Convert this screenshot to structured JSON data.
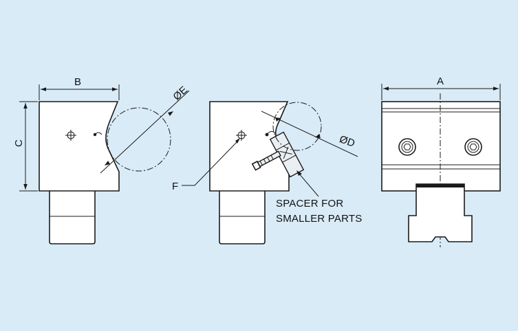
{
  "labels": {
    "dim_b": "B",
    "dim_c": "C",
    "dim_e": "ØE",
    "dim_f": "F",
    "dim_d": "ØD",
    "dim_a": "A",
    "spacer_line1": "SPACER FOR",
    "spacer_line2": "SMALLER PARTS"
  },
  "colors": {
    "background": "#d9ebf7",
    "line": "#1a1a1a",
    "part": "#ffffff"
  }
}
